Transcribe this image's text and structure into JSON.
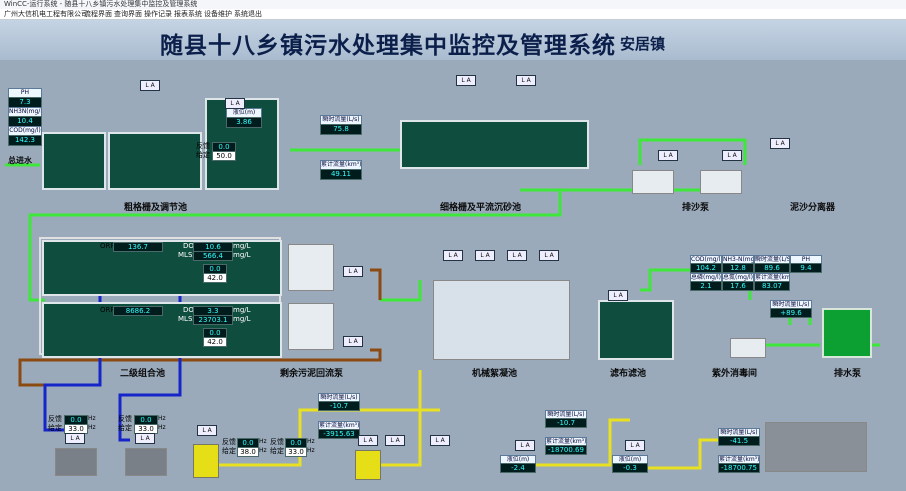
{
  "window": {
    "title": "WinCC-运行系统 - 随县十八乡镇污水处理集中监控及管理系统"
  },
  "menu": {
    "company": "广州大信机电工程有限公司",
    "items": [
      "流程界面",
      "查询界面",
      "操作记录",
      "报表系统",
      "设备维护",
      "系统退出"
    ]
  },
  "header": {
    "title": "随县十八乡镇污水处理集中监控及管理系统",
    "dash": "-",
    "site": "安居镇"
  },
  "inflow": {
    "ph_label": "PH",
    "ph": "7.3",
    "nh3_label": "NH3N(mg/l)",
    "nh3": "10.4",
    "cod_label": "COD(mg/l)",
    "cod": "142.3",
    "label": "总进水"
  },
  "sec_labels": {
    "coarse": "粗格栅及调节池",
    "fine": "细格栅及平流沉砂池",
    "sandpump": "排沙泵",
    "sandsep": "泥沙分离器",
    "bio": "二级组合池",
    "sludge": "剩余污泥回流泵",
    "coag": "机械絮凝池",
    "filter": "滤布滤池",
    "uv": "紫外消毒间",
    "drain": "排水泵"
  },
  "level1": {
    "label": "液位(m)",
    "value": "3.86"
  },
  "freq1": {
    "fb_label": "反馈",
    "fb": "0.0",
    "set_label": "给定",
    "set": "50.0"
  },
  "flow_in": {
    "inst_label": "瞬时流量(L/s)",
    "inst": "75.8",
    "total_label": "累计流量(km³)",
    "total": "49.11"
  },
  "bio1": {
    "orp_label": "ORP",
    "orp": "136.7",
    "do_label": "DO",
    "do": "10.6",
    "do_unit": "mg/L",
    "mlss_label": "MLSS",
    "mlss": "566.4",
    "mlss_unit": "mg/L",
    "fb": "0.0",
    "set": "42.0"
  },
  "bio2": {
    "orp_label": "ORP",
    "orp": "8686.2",
    "do_label": "DO",
    "do": "3.3",
    "do_unit": "mg/L",
    "mlss_label": "MLSS",
    "mlss": "23703.1",
    "mlss_unit": "mg/L",
    "fb": "0.0",
    "set": "42.0"
  },
  "out_quality": {
    "headers": [
      "COD(mg/l)",
      "NH3-N(mg/l)",
      "瞬时流量(L/S)",
      "PH"
    ],
    "row1": [
      "104.2",
      "12.8",
      "89.6",
      "9.4"
    ],
    "headers2": [
      "总磷(mg/l)",
      "总氮(mg/l)",
      "累计流量(km³)"
    ],
    "row2": [
      "2.1",
      "17.6",
      "83.07"
    ]
  },
  "flow_out": {
    "inst_label": "瞬时流量(L/s)",
    "inst": "+89.6"
  },
  "pumps_left": [
    {
      "fb_label": "反馈",
      "fb": "0.0",
      "set_label": "给定",
      "set": "33.0",
      "unit": "Hz"
    },
    {
      "fb_label": "反馈",
      "fb": "0.0",
      "set_label": "给定",
      "set": "33.0",
      "unit": "Hz"
    }
  ],
  "flow_mid": {
    "inst_label": "瞬时流量(L/s)",
    "inst": "-10.7",
    "total_label": "累计流量(km³)",
    "total": "-3915.63"
  },
  "dose1": {
    "fb_label": "反馈",
    "fb": "0.0",
    "set_label": "给定",
    "set": "38.0",
    "unit": "Hz"
  },
  "dose2": {
    "fb_label": "反馈",
    "fb": "0.0",
    "set_label": "给定",
    "set": "33.0",
    "unit": "Hz"
  },
  "flow_b": {
    "inst_label": "瞬时流量(L/s)",
    "inst": "-10.7",
    "total_label": "累计流量(km³)",
    "total": "-18700.69"
  },
  "flow_c": {
    "inst_label": "瞬时流量(L/s)",
    "inst": "-41.5",
    "total_label": "累计流量(km³)",
    "total": "-18700.75"
  },
  "level_b": {
    "label": "液位(m)",
    "value": "-2.4"
  },
  "level_c": {
    "label": "液位(m)",
    "value": "-0.3"
  },
  "la_text": "L A"
}
